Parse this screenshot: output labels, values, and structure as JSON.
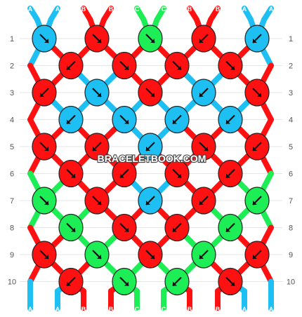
{
  "watermark": "BRACELETBOOK.COM",
  "colors": {
    "A": "#1ec0f4",
    "B": "#ff1111",
    "C": "#1eee55"
  },
  "strands_top": [
    "A",
    "A",
    "B",
    "B",
    "C",
    "C",
    "B",
    "B",
    "A",
    "A"
  ],
  "strands_bottom": [
    "A",
    "A",
    "B",
    "B",
    "C",
    "C",
    "B",
    "B",
    "A",
    "A"
  ],
  "row_labels": [
    "1",
    "2",
    "3",
    "4",
    "5",
    "6",
    "7",
    "8",
    "9",
    "10"
  ],
  "knots": [
    [
      {
        "c": "A",
        "d": "r"
      },
      {
        "c": "B",
        "d": "r"
      },
      {
        "c": "C",
        "d": "r"
      },
      {
        "c": "B",
        "d": "l"
      },
      {
        "c": "A",
        "d": "l"
      }
    ],
    [
      {
        "c": "B",
        "d": "l"
      },
      {
        "c": "B",
        "d": "r"
      },
      {
        "c": "B",
        "d": "r"
      },
      {
        "c": "B",
        "d": "r"
      }
    ],
    [
      {
        "c": "B",
        "d": "l"
      },
      {
        "c": "A",
        "d": "r"
      },
      {
        "c": "B",
        "d": "r"
      },
      {
        "c": "A",
        "d": "l"
      },
      {
        "c": "B",
        "d": "r"
      }
    ],
    [
      {
        "c": "A",
        "d": "l"
      },
      {
        "c": "A",
        "d": "r"
      },
      {
        "c": "A",
        "d": "l"
      },
      {
        "c": "A",
        "d": "l"
      }
    ],
    [
      {
        "c": "B",
        "d": "r"
      },
      {
        "c": "B",
        "d": "l"
      },
      {
        "c": "A",
        "d": "l"
      },
      {
        "c": "B",
        "d": "r"
      },
      {
        "c": "B",
        "d": "l"
      }
    ],
    [
      {
        "c": "B",
        "d": "r"
      },
      {
        "c": "B",
        "d": "l"
      },
      {
        "c": "B",
        "d": "r"
      },
      {
        "c": "B",
        "d": "l"
      }
    ],
    [
      {
        "c": "C",
        "d": "r"
      },
      {
        "c": "B",
        "d": "r"
      },
      {
        "c": "A",
        "d": "l"
      },
      {
        "c": "B",
        "d": "l"
      },
      {
        "c": "C",
        "d": "l"
      }
    ],
    [
      {
        "c": "C",
        "d": "r"
      },
      {
        "c": "B",
        "d": "r"
      },
      {
        "c": "B",
        "d": "l"
      },
      {
        "c": "C",
        "d": "l"
      }
    ],
    [
      {
        "c": "B",
        "d": "r"
      },
      {
        "c": "C",
        "d": "r"
      },
      {
        "c": "B",
        "d": "r"
      },
      {
        "c": "C",
        "d": "l"
      },
      {
        "c": "B",
        "d": "l"
      }
    ],
    [
      {
        "c": "B",
        "d": "l"
      },
      {
        "c": "C",
        "d": "r"
      },
      {
        "c": "C",
        "d": "l"
      },
      {
        "c": "B",
        "d": "r"
      }
    ]
  ]
}
